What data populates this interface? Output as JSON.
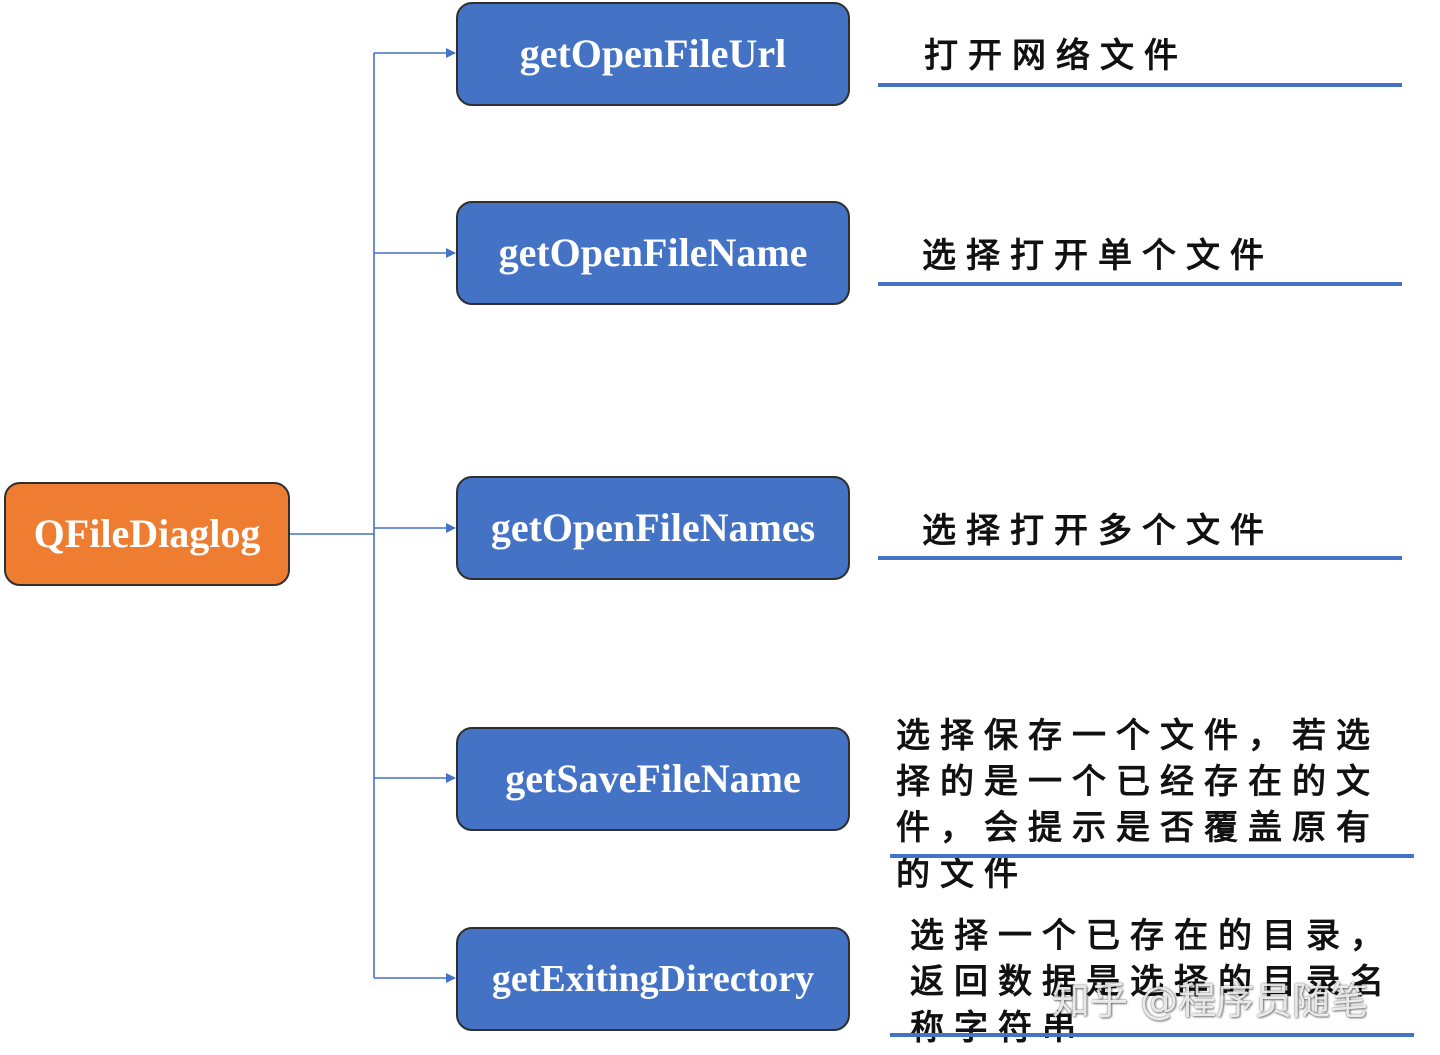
{
  "root": {
    "label": "QFileDiaglog"
  },
  "methods": [
    {
      "label": "getOpenFileUrl",
      "description": "打开网络文件"
    },
    {
      "label": "getOpenFileName",
      "description": "选择打开单个文件"
    },
    {
      "label": "getOpenFileNames",
      "description": "选择打开多个文件"
    },
    {
      "label": "getSaveFileName",
      "description": "选择保存一个文件，若选择的是一个已经存在的文件，会提示是否覆盖原有的文件"
    },
    {
      "label": "getExitingDirectory",
      "description": "选择一个已存在的目录，返回数据是选择的目录名称字符串"
    }
  ],
  "watermark": "知乎 @程序员随笔",
  "colors": {
    "root_fill": "#ee7d31",
    "method_fill": "#4472c4",
    "connector": "#4472c4",
    "underline": "#4472c4"
  }
}
